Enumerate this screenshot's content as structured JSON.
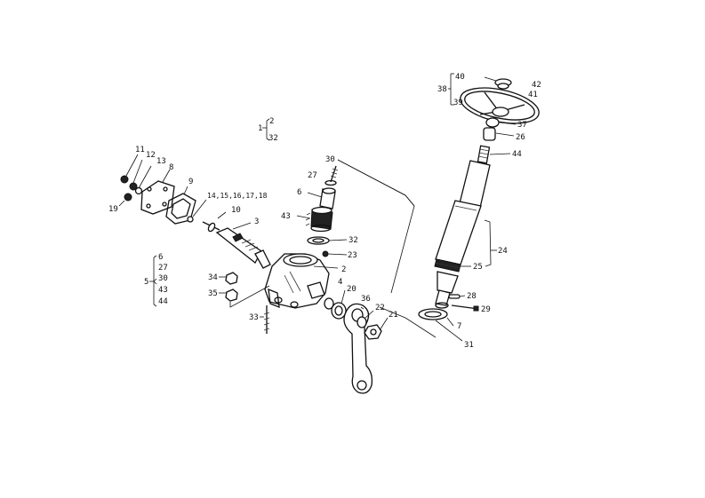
{
  "labels": {
    "l1": "1",
    "l2": "2",
    "l3": "3",
    "l4": "4",
    "l5": "5",
    "l6": "6",
    "l7": "7",
    "l8": "8",
    "l9": "9",
    "l10": "10",
    "l11": "11",
    "l12": "12",
    "l13": "13",
    "l14_18": "14,15,16,17,18",
    "l19": "19",
    "l20": "20",
    "l21": "21",
    "l22": "22",
    "l23": "23",
    "l24": "24",
    "l25": "25",
    "l26": "26",
    "l27": "27",
    "l28": "28",
    "l29": "29",
    "l30": "30",
    "l31": "31",
    "l32": "32",
    "l33": "33",
    "l34": "34",
    "l35": "35",
    "l36": "36",
    "l37": "37",
    "l38": "38",
    "l39": "39",
    "l40": "40",
    "l41": "41",
    "l42": "42",
    "l43": "43",
    "l44": "44",
    "g1_top": "2",
    "g1_bot": "32",
    "g5_a": "6",
    "g5_b": "27",
    "g5_c": "30",
    "g5_d": "43",
    "g5_e": "44",
    "l2b": "2",
    "l6b": "6",
    "l32b": "32",
    "l22b": "22",
    "l4b": "4"
  }
}
